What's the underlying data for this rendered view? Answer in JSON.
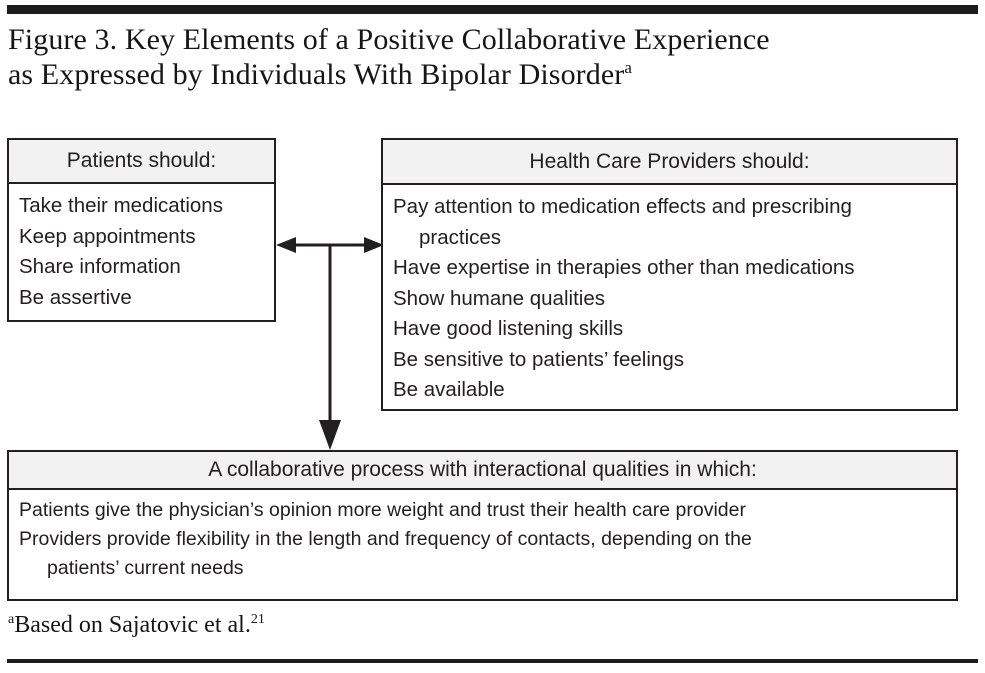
{
  "figure": {
    "title_line1": "Figure 3. Key Elements of a Positive Collaborative Experience",
    "title_line2": "as Expressed by Individuals With Bipolar Disorder",
    "title_superscript": "a"
  },
  "boxes": {
    "patients": {
      "header": "Patients should:",
      "items": [
        {
          "text": "Take their medications",
          "indent": false
        },
        {
          "text": "Keep appointments",
          "indent": false
        },
        {
          "text": "Share information",
          "indent": false
        },
        {
          "text": "Be assertive",
          "indent": false
        }
      ]
    },
    "providers": {
      "header": "Health Care Providers should:",
      "items": [
        {
          "text": "Pay attention to medication effects and prescribing",
          "indent": false
        },
        {
          "text": "practices",
          "indent": true
        },
        {
          "text": "Have expertise in therapies other than medications",
          "indent": false
        },
        {
          "text": "Show humane qualities",
          "indent": false
        },
        {
          "text": "Have good listening skills",
          "indent": false
        },
        {
          "text": "Be sensitive to patients’ feelings",
          "indent": false
        },
        {
          "text": "Be available",
          "indent": false
        }
      ]
    },
    "process": {
      "header": "A collaborative process with interactional qualities in which:",
      "items": [
        {
          "text": "Patients give the physician’s opinion more weight and trust their health care provider",
          "indent": false
        },
        {
          "text": "Providers provide flexibility in the length and frequency of contacts, depending on the",
          "indent": false
        },
        {
          "text": "patients’ current needs",
          "indent": true
        }
      ]
    }
  },
  "footnote": {
    "marker": "a",
    "text": "Based on Sajatovic et al.",
    "reference": "21"
  },
  "colors": {
    "rule": "#1c1c1c",
    "border": "#231f20",
    "header_fill": "#f2f2f2",
    "text": "#231f20",
    "title_text": "#161616"
  }
}
